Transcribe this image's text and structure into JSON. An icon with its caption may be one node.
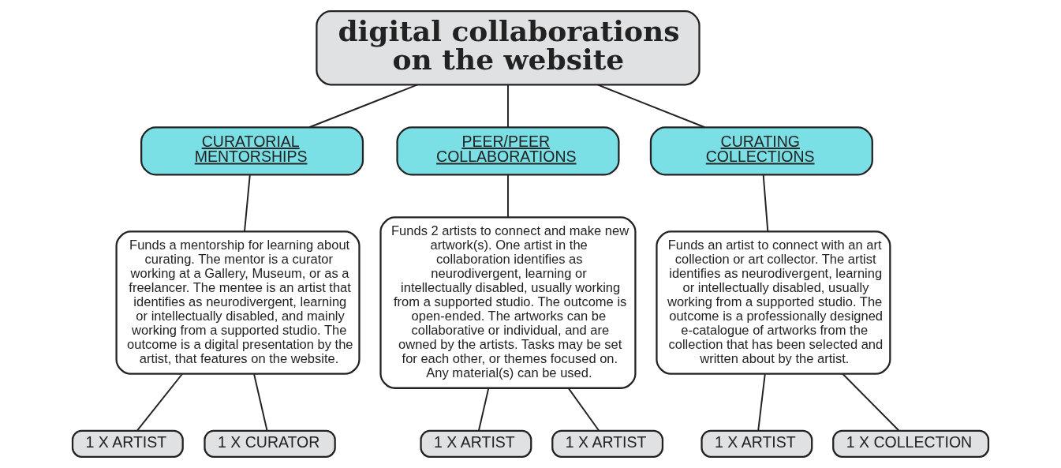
{
  "diagram": {
    "nodes": [
      {
        "text": [
          "digital collaborations on the website"
        ]
      },
      {
        "text": [
          "CURATORIAL MENTORSHIPS"
        ]
      },
      {
        "text": [
          "PEER/PEER COLLABORATIONS"
        ]
      },
      {
        "text": [
          "CURATING COLLECTIONS"
        ]
      },
      {
        "text": [
          "Funds a mentorship for learning about curating. The mentor is a curator working at a Gallery, Museum, or as a freelancer. The mentee is an artist that identifies as neurodivergent, learning or intellectually disabled, and mainly working from a supported studio. The outcome is a digital presentation by the artist, that features on the website."
        ]
      },
      {
        "text": [
          "Funds 2 artists to connect and make new artwork(s). One artist in the collaboration identifies as neurodivergent, learning or intellectually disabled, usually working from a supported studio. The outcome is open-ended. The artworks can be collaborative or individual, and are owned by the artists. Tasks may be set for each other, or themes focused on. Any material(s) can be used."
        ]
      },
      {
        "text": [
          "Funds an artist to connect with an art collection or art collector. The artist identifies as neurodivergent, learning or intellectually disabled, usually working from a supported studio. The outcome is a professionally designed e-catalogue of artworks from the collection that has been selected and written about by the artist."
        ]
      },
      {
        "text": [
          "1 X ARTIST"
        ]
      },
      {
        "text": [
          "1 X CURATOR"
        ]
      },
      {
        "text": [
          "1 X ARTIST"
        ]
      },
      {
        "text": [
          "1 X ARTIST"
        ]
      },
      {
        "text": [
          "1 X ARTIST"
        ]
      },
      {
        "text": [
          "1 X COLLECTION"
        ]
      }
    ],
    "edges": [
      {
        "from": 0,
        "to": 1,
        "arrow": "none"
      },
      {
        "from": 0,
        "to": 2,
        "arrow": "none"
      },
      {
        "from": 0,
        "to": 3,
        "arrow": "none"
      },
      {
        "from": 1,
        "to": 4,
        "arrow": "none"
      },
      {
        "from": 2,
        "to": 5,
        "arrow": "none"
      },
      {
        "from": 3,
        "to": 6,
        "arrow": "none"
      },
      {
        "from": 4,
        "to": 7,
        "arrow": "none"
      },
      {
        "from": 4,
        "to": 8,
        "arrow": "none"
      },
      {
        "from": 5,
        "to": 9,
        "arrow": "none"
      },
      {
        "from": 5,
        "to": 10,
        "arrow": "none"
      },
      {
        "from": 6,
        "to": 11,
        "arrow": "none"
      },
      {
        "from": 6,
        "to": 12,
        "arrow": "none"
      }
    ]
  }
}
